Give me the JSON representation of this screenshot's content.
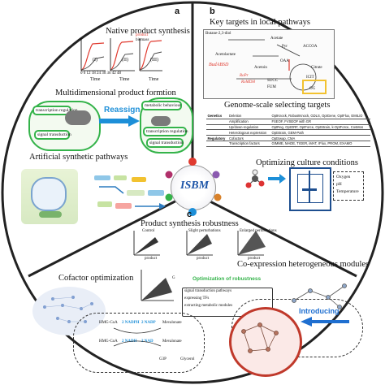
{
  "sections": {
    "a": {
      "letter": "a",
      "native_title": "Native product synthesis",
      "legend": [
        "product",
        "biomass"
      ],
      "plot_labels": [
        "(I)",
        "(II)",
        "(III)"
      ],
      "time_axis_ticks": "0 6 12 18 24 30 36 42 48",
      "time_label": "Time",
      "multidim_title": "Multidimensional product formtion",
      "reassign_label": "Reassign",
      "left_boxes": [
        "transcription regulation",
        "signal transduction"
      ],
      "right_boxes": [
        "metabolic behaviour",
        "transcription regulation",
        "signal transduction"
      ],
      "artificial_title": "Artificial synthetic pathways"
    },
    "b": {
      "letter": "b",
      "local_title": "Key targets in local pathways",
      "metabolites": [
        "Butane-2,3-diol",
        "Acetate",
        "Pyr",
        "ACCOA",
        "Acetolactate",
        "OAA",
        "Acetoin",
        "Citrate",
        "FUM",
        "ICIT",
        "OG"
      ],
      "enzymes": [
        "BudABSD",
        "RoPr",
        "RoMDH",
        "SUCC"
      ],
      "genome_title": "Genome-scale selecting targets",
      "table_rows": [
        [
          "Genetics",
          "Deletion",
          "OptKnock, RobustKnock, GDLS, OptGene, OptFlux, EMILiO"
        ],
        [
          "",
          "Amplification",
          "FSEOF, FVSEOF with GR"
        ],
        [
          "",
          "Up/down-regulation",
          "OptReg, OptORF, OptForce, OptStrain, k-OptForce, CosMos"
        ],
        [
          "",
          "Heterologous expression",
          "OptStrain, GEM-Path"
        ],
        [
          "Regulatory",
          "Cofactors",
          "OptSwap, CMA"
        ],
        [
          "",
          "Transcription factors",
          "GIMME, MADE, TIGER, iMAT, rFlux, PROM, EXAMO"
        ]
      ],
      "culture_title": "Optimizing culture conditions",
      "culture_conditions": [
        "Oxygen",
        "pH",
        "Temperature"
      ]
    },
    "center": {
      "logo": "ISBM"
    },
    "c": {
      "letter": "c",
      "robustness_title": "Product synthesis robustness",
      "perturbation_labels": [
        "Control",
        "Slight perturbations",
        "Enlarged perturbations"
      ],
      "axis_product": "product",
      "axis_g": "G",
      "cofactor_title": "Cofactor optimization",
      "optimization_label": "Optimization of robustness",
      "optimization_items": [
        "signal transduction pathways",
        "expressing TFs",
        "extracting metabolic modules"
      ],
      "coexpression_title": "Co-expression  heterogeneous modules",
      "introducing_label": "Introducing",
      "cofactor_species": [
        "HMG-CoA",
        "2 NADPH",
        "2 NADP",
        "Mevalonate",
        "2 NADH",
        "2 NAD",
        "G3P",
        "Glycerol"
      ]
    }
  },
  "colors": {
    "green_border": "#34b34a",
    "reassign_blue": "#1d8fd8",
    "red_curve": "#e03a2f",
    "introducing_blue": "#1f6fd0",
    "orange_box": "#f2c230"
  }
}
